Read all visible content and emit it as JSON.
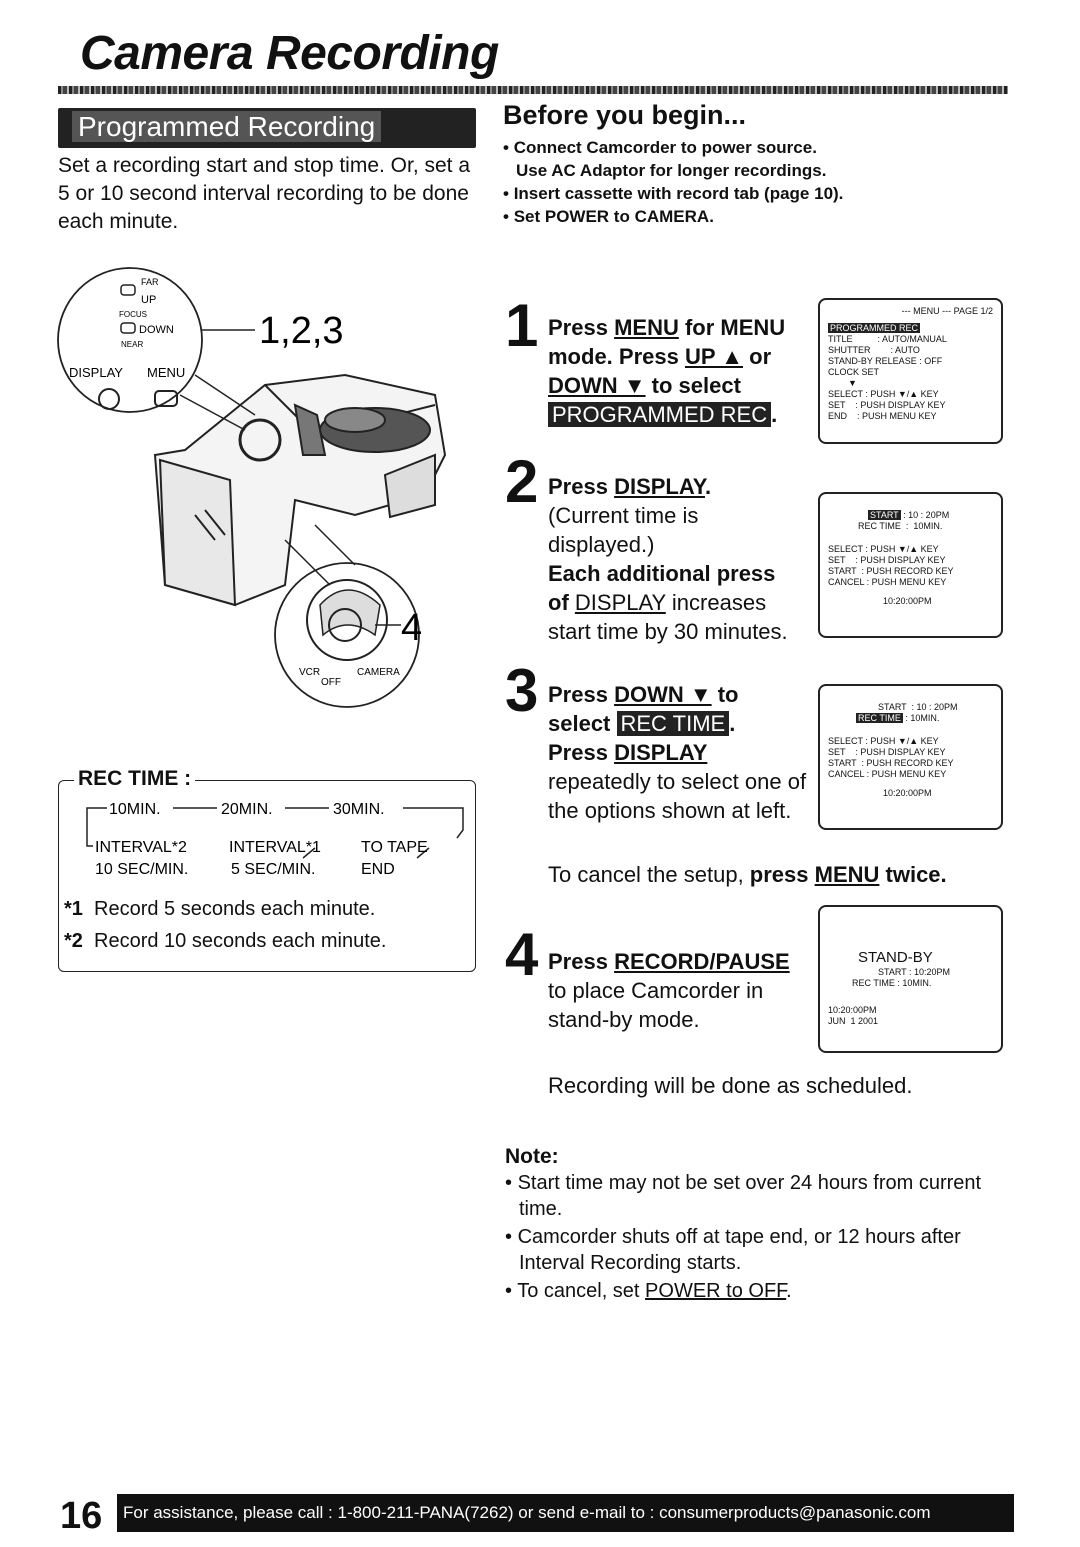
{
  "page": {
    "title": "Camera Recording",
    "section_banner": "Programmed Recording",
    "intro": "Set a recording start and stop time. Or, set a 5 or 10 second interval recording to be done each minute."
  },
  "before": {
    "heading": "Before you begin...",
    "items": [
      "Connect Camcorder to power source.",
      "Use AC Adaptor for longer recordings.",
      "Insert cassette with record tab (page 10).",
      "Set POWER to CAMERA."
    ]
  },
  "illustration": {
    "labels": {
      "far": "FAR",
      "up": "UP",
      "focus": "FOCUS",
      "down": "DOWN",
      "near": "NEAR",
      "display": "DISPLAY",
      "menu": "MENU",
      "callout_123": "1,2,3",
      "callout_4": "4",
      "vcr": "VCR",
      "off": "OFF",
      "camera": "CAMERA"
    }
  },
  "steps": {
    "s1": {
      "num": "1",
      "t1": "Press ",
      "menu": "MENU",
      "t2": " for MENU mode. Press ",
      "up": "UP ▲",
      "t3": " or ",
      "down": "DOWN ▼",
      "t4": " to select",
      "tag": "PROGRAMMED REC",
      "t5": "."
    },
    "s2": {
      "num": "2",
      "t1": "Press ",
      "display": "DISPLAY",
      "t2": ".",
      "t3": "(Current time is displayed.)",
      "t4": "Each additional press",
      "t5": "of ",
      "display2": "DISPLAY",
      "t6": " increases start time by 30 minutes."
    },
    "s3": {
      "num": "3",
      "t1": "Press ",
      "down": "DOWN ▼",
      "t2": " to",
      "t3": "select ",
      "tag": "REC TIME",
      "t4": ".",
      "t5": "Press ",
      "display": "DISPLAY",
      "t6": "repeatedly to select one of the options shown at left.",
      "cancel1": "To cancel the setup, ",
      "cancel2": "press ",
      "cancel_menu": "MENU",
      "cancel3": " twice."
    },
    "s4": {
      "num": "4",
      "t1": "Press ",
      "rec": "RECORD/PAUSE",
      "t2": "to place Camcorder in stand-by mode.",
      "after": "Recording will be done as scheduled."
    }
  },
  "lcd1": {
    "header": "--- MENU --- PAGE 1/2",
    "hl": "PROGRAMMED REC",
    "rows": [
      "TITLE          : AUTO/MANUAL",
      "SHUTTER        : AUTO",
      "STAND-BY RELEASE : OFF",
      "CLOCK SET",
      "        ▼",
      "SELECT : PUSH ▼/▲ KEY",
      "SET    : PUSH DISPLAY KEY",
      "END    : PUSH MENU KEY"
    ]
  },
  "lcd2": {
    "start_tag": "START",
    "start_val": " : 10 : 20PM",
    "rectime": "REC TIME  :  10MIN.",
    "rows": [
      "SELECT : PUSH ▼/▲ KEY",
      "SET    : PUSH DISPLAY KEY",
      "START  : PUSH RECORD KEY",
      "CANCEL : PUSH MENU KEY"
    ],
    "clock": "10:20:00PM"
  },
  "lcd3": {
    "start": "START  : 10 : 20PM",
    "rectime_tag": "REC TIME",
    "rectime_val": " : 10MIN.",
    "rows": [
      "SELECT : PUSH ▼/▲ KEY",
      "SET    : PUSH DISPLAY KEY",
      "START  : PUSH RECORD KEY",
      "CANCEL : PUSH MENU KEY"
    ],
    "clock": "10:20:00PM"
  },
  "lcd4": {
    "standby": "STAND-BY",
    "start": "START : 10:20PM",
    "rectime": "REC TIME : 10MIN.",
    "clock": "10:20:00PM",
    "date": "JUN  1 2001"
  },
  "rec_time": {
    "title": "REC TIME :",
    "opt_10": "10MIN.",
    "opt_20": "20MIN.",
    "opt_30": "30MIN.",
    "opt_int2": "INTERVAL*2",
    "opt_int2_sub": "10 SEC/MIN.",
    "opt_int1": "INTERVAL*1",
    "opt_int1_sub": "5 SEC/MIN.",
    "opt_tape": "TO TAPE",
    "opt_tape_sub": "END",
    "fn1_mark": "*1",
    "fn1": "Record 5 seconds each minute.",
    "fn2_mark": "*2",
    "fn2": "Record 10 seconds each minute."
  },
  "note": {
    "heading": "Note:",
    "n1": "Start time may not be set over 24 hours from current time.",
    "n2": "Camcorder shuts off at tape end, or 12 hours after Interval Recording starts.",
    "n3a": "To cancel, set ",
    "n3b": "POWER to OFF",
    "n3c": "."
  },
  "footer": {
    "page_number": "16",
    "text": "For assistance, please call : 1-800-211-PANA(7262) or send e-mail to : consumerproducts@panasonic.com"
  }
}
